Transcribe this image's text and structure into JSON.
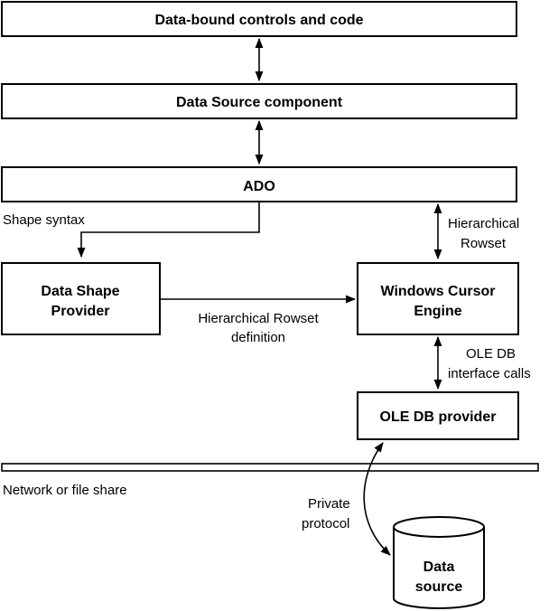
{
  "boxes": {
    "controls": "Data-bound controls and code",
    "datasource": "Data Source component",
    "ado": "ADO",
    "shape_provider": [
      "Data Shape",
      "Provider"
    ],
    "cursor_engine": [
      "Windows Cursor",
      "Engine"
    ],
    "oledb_provider": "OLE DB provider",
    "data_source_cyl": [
      "Data",
      "source"
    ]
  },
  "labels": {
    "shape_syntax": "Shape syntax",
    "hier_rowset": [
      "Hierarchical",
      "Rowset"
    ],
    "hier_rowset_def": [
      "Hierarchical Rowset",
      "definition"
    ],
    "oledb_calls": [
      "OLE DB",
      "interface calls"
    ],
    "network": "Network or file share",
    "private_protocol": [
      "Private",
      "protocol"
    ]
  }
}
